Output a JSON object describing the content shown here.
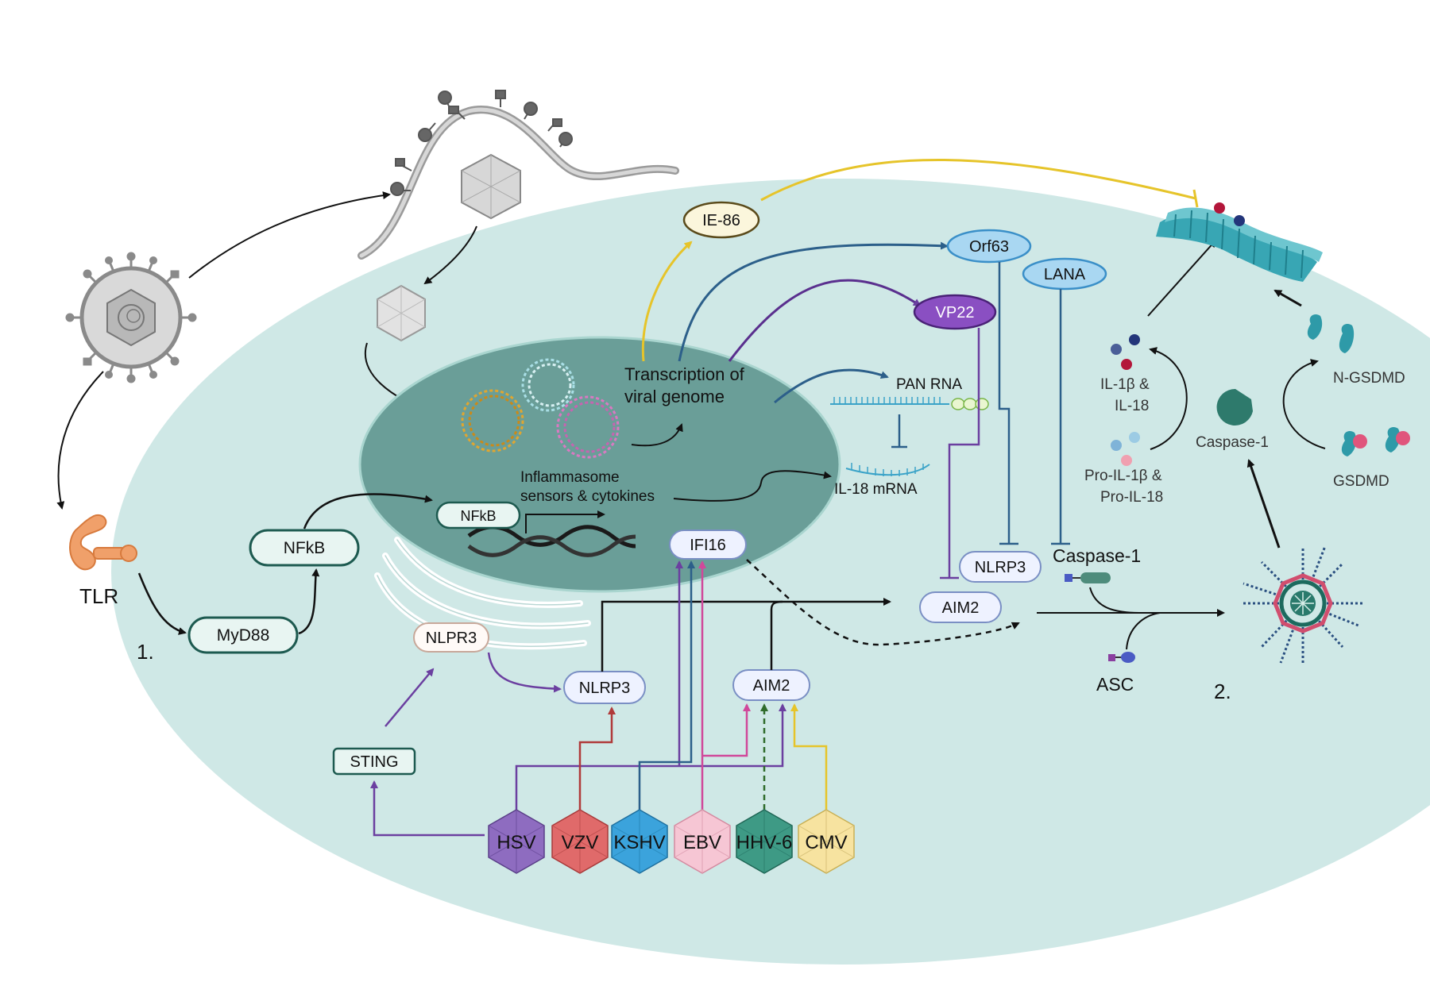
{
  "colors": {
    "cell": "#cfe8e6",
    "nucleus": "#6a9e98",
    "dark_green": "#1d5a50",
    "purple": "#6b3fa0",
    "blue": "#2c5f8a",
    "pink": "#d0489a",
    "red": "#b03a3a",
    "yellow": "#e6c42a",
    "hhv6_green": "#2f6b2a"
  },
  "labels": {
    "tlr": "TLR",
    "step1": "1.",
    "step2": "2.",
    "myd88": "MyD88",
    "nfkb_cyto": "NFkB",
    "nfkb_nuc": "NFkB",
    "inflammasome_line1": "Inflammasome",
    "inflammasome_line2": "sensors & cytokines",
    "transcription_line1": "Transcription of",
    "transcription_line2": "viral genome",
    "pan_rna": "PAN RNA",
    "il18_mrna": "IL-18 mRNA",
    "ie86": "IE-86",
    "orf63": "Orf63",
    "vp22": "VP22",
    "lana": "LANA",
    "ifi16": "IFI16",
    "nlpr3": "NLPR3",
    "sting": "STING",
    "nlrp3_center": "NLRP3",
    "aim2_center": "AIM2",
    "nlrp3_right": "NLRP3",
    "aim2_right": "AIM2",
    "caspase1_text": "Caspase-1",
    "asc": "ASC",
    "il1b_line1": "IL-1β &",
    "il1b_line2": "IL-18",
    "proil_line1": "Pro-IL-1β &",
    "proil_line2": "Pro-IL-18",
    "caspase1_icon": "Caspase-1",
    "n_gsdmd": "N-GSDMD",
    "gsdmd": "GSDMD"
  },
  "viruses": [
    {
      "name": "HSV",
      "color": "#8e6cc0"
    },
    {
      "name": "VZV",
      "color": "#e06a6a"
    },
    {
      "name": "KSHV",
      "color": "#3ba3dc"
    },
    {
      "name": "EBV",
      "color": "#f6c6d4"
    },
    {
      "name": "HHV-6",
      "color": "#3e9a85"
    },
    {
      "name": "CMV",
      "color": "#f7e3a0"
    }
  ]
}
